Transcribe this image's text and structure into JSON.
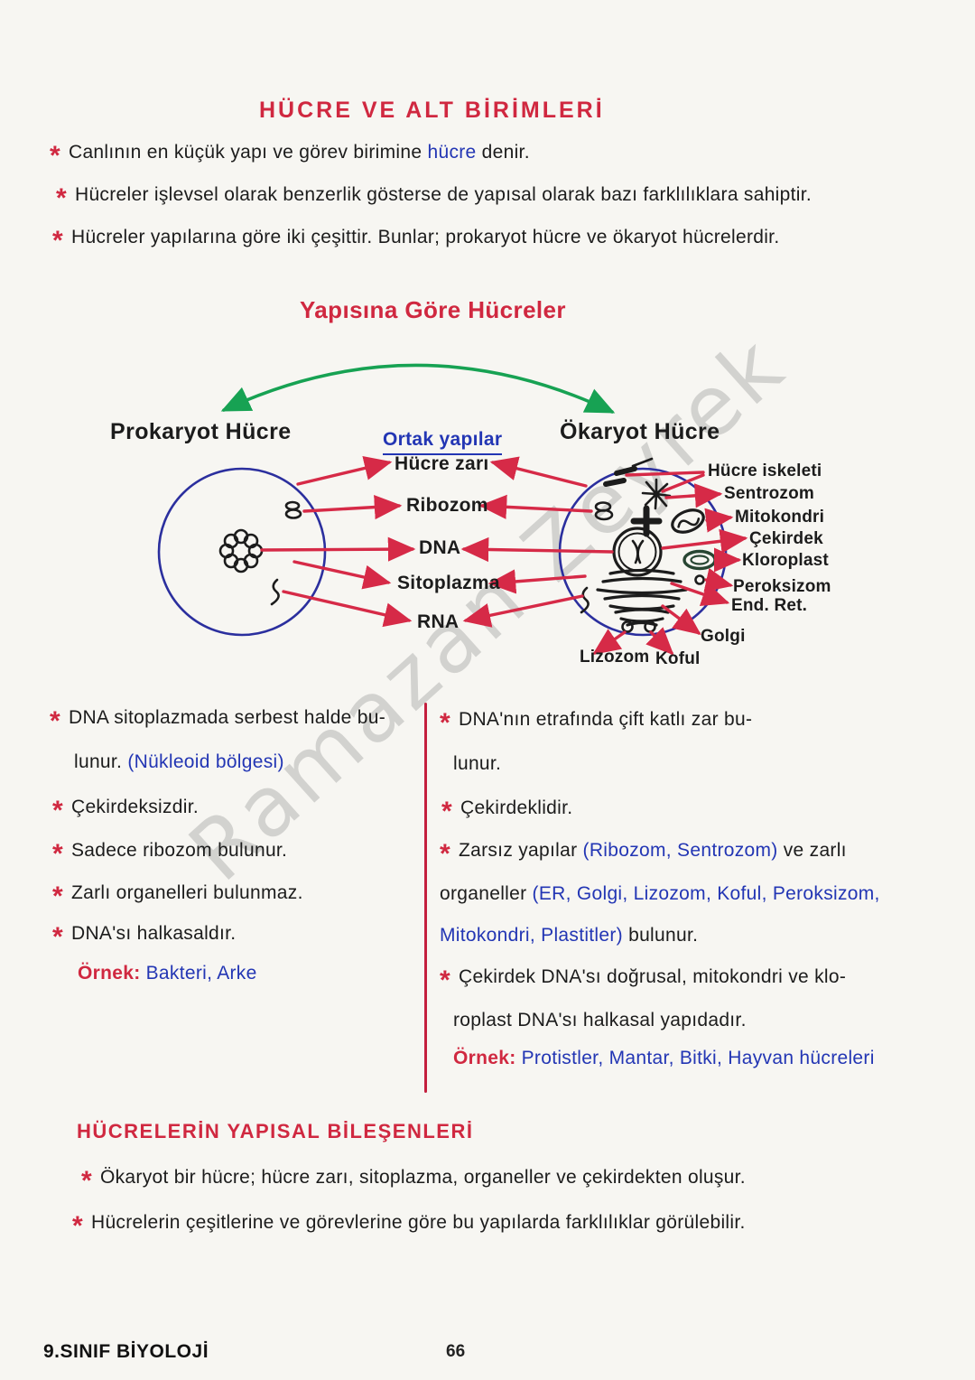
{
  "colors": {
    "red_ink": "#d02840",
    "blue_ink": "#2336b4",
    "black_ink": "#1c1c1c",
    "green_arrow": "#17a253",
    "cell_outline": "#2b2f9e",
    "watermark_gray": "#7d7d7d",
    "paper": "#f7f6f2"
  },
  "marks": {
    "bullet": "*"
  },
  "title": "HÜCRE VE ALT BİRİMLERİ",
  "intro": {
    "b1_pre": "Canlının en küçük yapı ve görev birimine ",
    "b1_highlight": "hücre",
    "b1_post": " denir.",
    "b2": "Hücreler işlevsel olarak benzerlik gösterse de yapısal olarak bazı farklılıklara sahiptir.",
    "b3": "Hücreler yapılarına göre iki çeşittir. Bunlar; prokaryot hücre ve ökaryot hücrelerdir."
  },
  "diagram": {
    "heading": "Yapısına Göre Hücreler",
    "prokaryote_title": "Prokaryot Hücre",
    "eukaryote_title": "Ökaryot Hücre",
    "common_title": "Ortak yapılar",
    "common_items": [
      "Hücre zarı",
      "Ribozom",
      "DNA",
      "Sitoplazma",
      "RNA"
    ],
    "eukaryote_labels": [
      "Hücre iskeleti",
      "Sentrozom",
      "Mitokondri",
      "Çekirdek",
      "Kloroplast",
      "Peroksizom",
      "End. Ret.",
      "Golgi",
      "Lizozom",
      "Koful"
    ]
  },
  "prokaryote_column": {
    "item1_line1": "DNA sitoplazmada serbest halde bu-",
    "item1_line2": "lunur. ",
    "item1_note": "(Nükleoid bölgesi)",
    "item2": "Çekirdeksizdir.",
    "item3": "Sadece ribozom bulunur.",
    "item4": "Zarlı organelleri bulunmaz.",
    "item5": "DNA'sı halkasaldır.",
    "example_label": "Örnek: ",
    "example_value": "Bakteri, Arke"
  },
  "eukaryote_column": {
    "item1_line1": "DNA'nın etrafında çift katlı zar bu-",
    "item1_line2": "lunur.",
    "item2": "Çekirdeklidir.",
    "item3_line1_black": "Zarsız yapılar ",
    "item3_line1_blue": "(Ribozom, Sentrozom)",
    "item3_line1_black2": " ve zarlı",
    "item3_line2_black": "organeller ",
    "item3_line2_blue": "(ER, Golgi, Lizozom, Koful, Peroksizom,",
    "item3_line3_blue": "Mitokondri, Plastitler)",
    "item3_line3_black": " bulunur.",
    "item4_line1": "Çekirdek DNA'sı doğrusal, mitokondri ve klo-",
    "item4_line2": "roplast DNA'sı halkasal yapıdadır.",
    "example_label": "Örnek: ",
    "example_value": "Protistler, Mantar, Bitki, Hayvan hücreleri"
  },
  "section2": {
    "heading": "HÜCRELERİN YAPISAL BİLEŞENLERİ",
    "b1": "Ökaryot bir hücre; hücre zarı, sitoplazma, organeller ve çekirdekten oluşur.",
    "b2": "Hücrelerin çeşitlerine ve görevlerine göre bu yapılarda farklılıklar görülebilir."
  },
  "footer": {
    "book": "9.SINIF BİYOLOJİ",
    "page_number": "66"
  },
  "watermark": "Ramazan Zeyrek"
}
